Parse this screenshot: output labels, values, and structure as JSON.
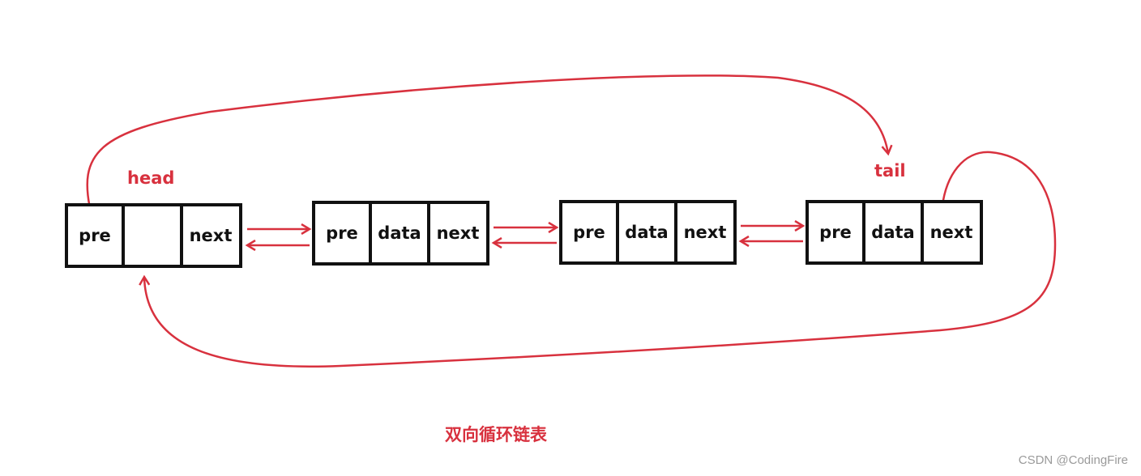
{
  "diagram": {
    "title": "双向循环链表",
    "head_label": "head",
    "tail_label": "tail",
    "nodes": [
      {
        "pre": "pre",
        "data": "",
        "next": "next"
      },
      {
        "pre": "pre",
        "data": "data",
        "next": "next"
      },
      {
        "pre": "pre",
        "data": "data",
        "next": "next"
      },
      {
        "pre": "pre",
        "data": "data",
        "next": "next"
      }
    ]
  },
  "colors": {
    "arrow": "#d8313e",
    "box_border": "#111111"
  },
  "watermark": "CSDN @CodingFire"
}
